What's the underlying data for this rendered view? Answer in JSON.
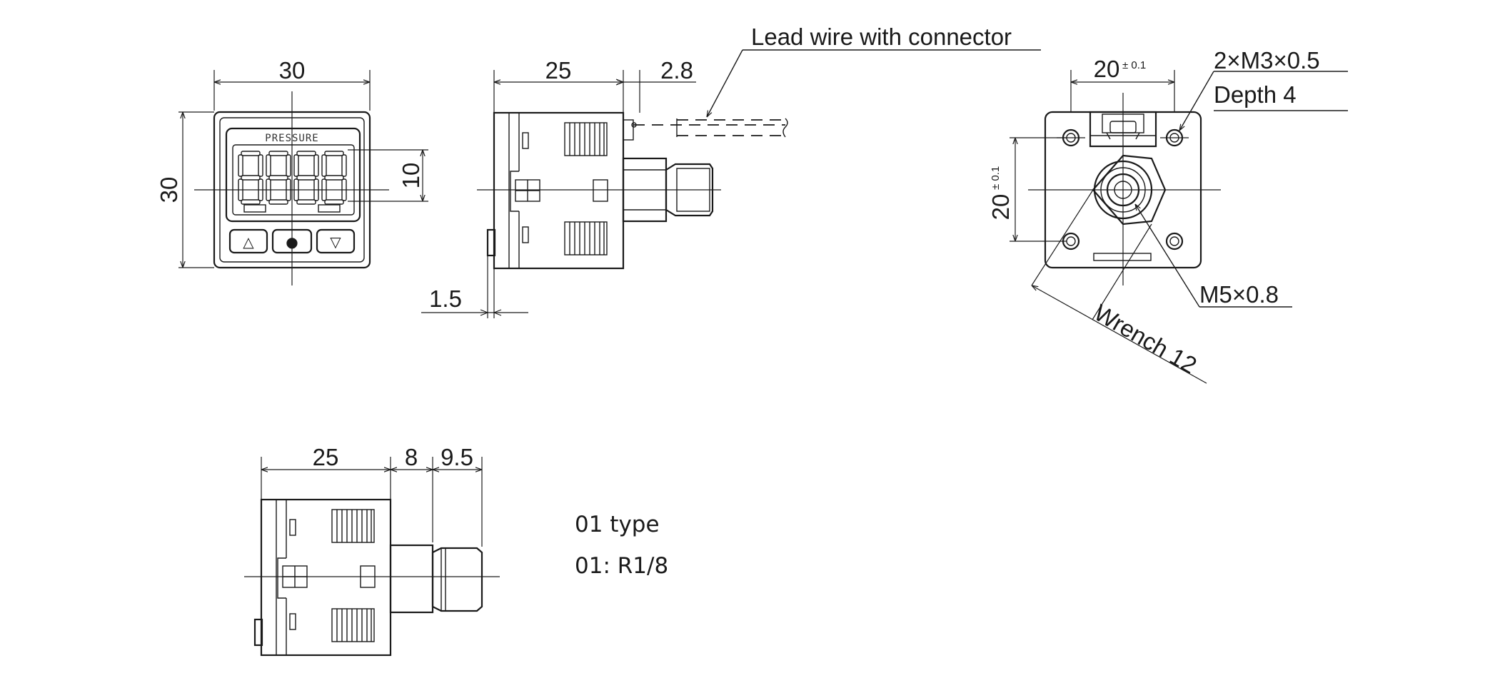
{
  "front_view": {
    "width": "30",
    "height": "30",
    "display_height": "10",
    "panel_label": "PRESSURE",
    "display_digits": "8888",
    "up_button": "△",
    "set_button": "●",
    "down_button": "▽"
  },
  "side_view": {
    "body_length": "25",
    "connector_offset": "2.8",
    "bracket_thickness": "1.5",
    "lead_wire_label": "Lead wire with connector"
  },
  "rear_view": {
    "hole_pitch_x": "20",
    "hole_pitch_y": "20",
    "tolerance": "± 0.1",
    "mount_thread": "2×M3×0.5",
    "mount_depth": "Depth 4",
    "port_thread": "M5×0.8",
    "wrench_size": "Wrench 12"
  },
  "type01_view": {
    "body_length": "25",
    "hex_length": "8",
    "thread_length": "9.5",
    "type_title": "01 type",
    "type_desc": "01: R1/8"
  }
}
